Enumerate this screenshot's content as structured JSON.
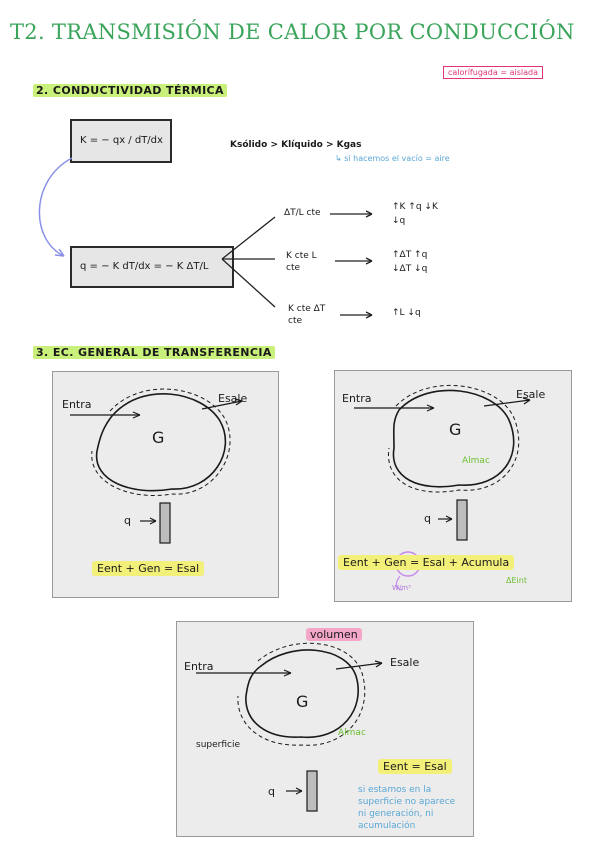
{
  "title": "T2. TRANSMISIÓN DE CALOR POR CONDUCCIÓN",
  "note_box": "calorífugada = aislada",
  "section2": {
    "heading": "2. CONDUCTIVIDAD TÉRMICA",
    "formula1": "K = − qx / dT/dx",
    "ordering": "Ksólido > Klíquido > Kgas",
    "ordering_note": "↳ si hacemos el vacío = aire",
    "formula2": "q = − K dT/dx = − K ΔT/L",
    "case1_left": "ΔT/L cte",
    "case1_right": "↑K ↑q  ↓K ↓q",
    "case2_left": "K cte  L cte",
    "case2_right": "↑ΔT ↑q  ↓ΔT ↓q",
    "case3_left": "K cte  ΔT cte",
    "case3_right": "↑L ↓q"
  },
  "section3": {
    "heading": "3. EC. GENERAL DE TRANSFERENCIA",
    "labels": {
      "in": "Entra",
      "out": "Esale",
      "gen": "G",
      "store": "Almac",
      "q": "q",
      "surface": "superficie",
      "volume": "volumen"
    },
    "eq1": "Eent + Gen = Esal",
    "eq2": "Eent + Gen = Esal + Acumula",
    "eq2_gen_units": "W/m³",
    "eq2_note": "ΔEint",
    "eq3": "Eent = Esal",
    "note3": "si estamos en la superficie no aparece ni generación, ni acumulación"
  }
}
